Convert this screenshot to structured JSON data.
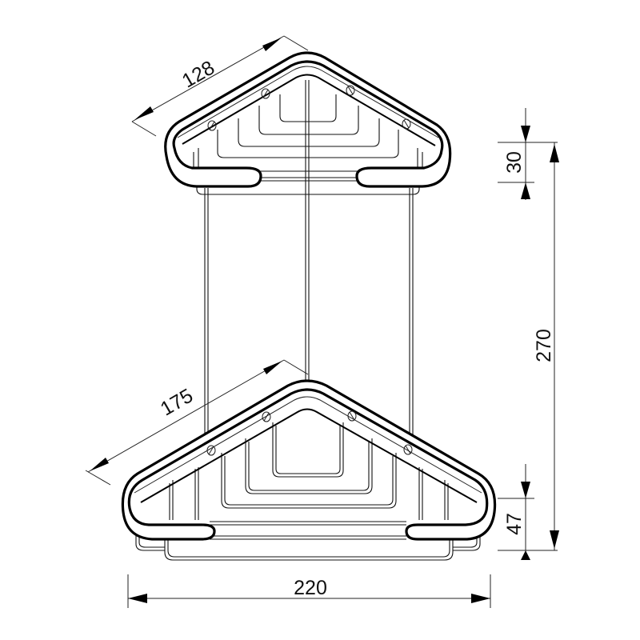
{
  "drawing": {
    "subject": "Two-tier corner shower basket",
    "units": "mm",
    "line_color": "#000000",
    "background": "#ffffff"
  },
  "dimensions": {
    "top_depth": {
      "label": "128",
      "orientation": "diagonal",
      "applies_to": "top basket side length"
    },
    "bottom_depth": {
      "label": "175",
      "orientation": "diagonal",
      "applies_to": "bottom basket side length"
    },
    "width": {
      "label": "220",
      "orientation": "horizontal",
      "applies_to": "overall width"
    },
    "total_height": {
      "label": "270",
      "orientation": "vertical",
      "applies_to": "overall height"
    },
    "top_basket_height": {
      "label": "30",
      "orientation": "vertical",
      "applies_to": "top basket height"
    },
    "bottom_basket_height": {
      "label": "47",
      "orientation": "vertical",
      "applies_to": "bottom basket height"
    }
  },
  "parts": {
    "top_basket": {
      "screws": 4
    },
    "bottom_basket": {
      "screws": 4
    },
    "vertical_rods": 3
  }
}
